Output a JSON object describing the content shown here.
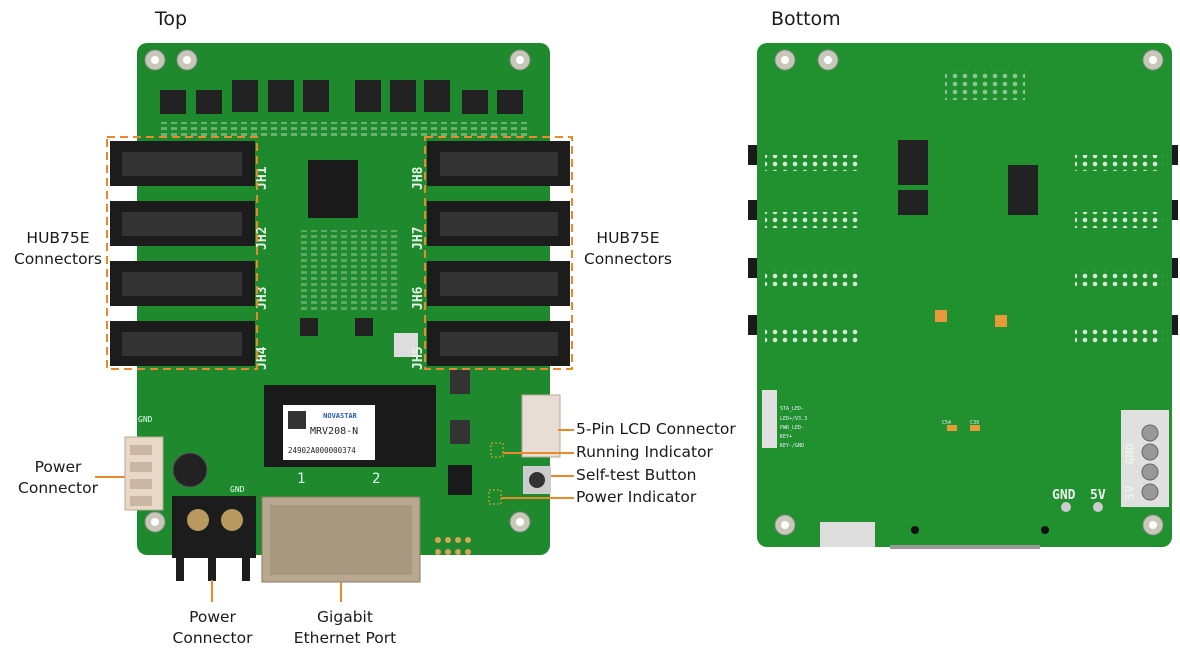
{
  "views": {
    "top": "Top",
    "bottom": "Bottom"
  },
  "callouts": {
    "hub75e_left": [
      "HUB75E",
      "Connectors"
    ],
    "hub75e_right": [
      "HUB75E",
      "Connectors"
    ],
    "power_connector_left": [
      "Power",
      "Connector"
    ],
    "power_connector_bottom": [
      "Power",
      "Connector"
    ],
    "ethernet": [
      "Gigabit",
      "Ethernet Port"
    ],
    "lcd_connector": "5-Pin LCD Connector",
    "running_indicator": "Running Indicator",
    "self_test_button": "Self-test Button",
    "power_indicator": "Power Indicator"
  },
  "top_board": {
    "hub_left": [
      "JH1",
      "JH2",
      "JH3",
      "JH4"
    ],
    "hub_right": [
      "JH8",
      "JH7",
      "JH6",
      "JH5"
    ],
    "module": {
      "brand": "NOVASTAR",
      "model": "MRV208-N",
      "serial": "24902A000000374"
    },
    "silk_gnd": "GND",
    "silk_port_1": "1",
    "silk_port_2": "2"
  },
  "bottom_board": {
    "lcd_pins": [
      "STA_LED-",
      "LED+/V3.3",
      "PWR_LED-",
      "KEY+",
      "KEY-/GND"
    ],
    "silk_gnd": "GND",
    "silk_5v": "5V",
    "term_gnd": "GND",
    "term_5v": "5V",
    "caps": [
      "C54",
      "C39"
    ]
  },
  "colors": {
    "pcb": "#1f8a2e",
    "accent": "#e8892b"
  }
}
